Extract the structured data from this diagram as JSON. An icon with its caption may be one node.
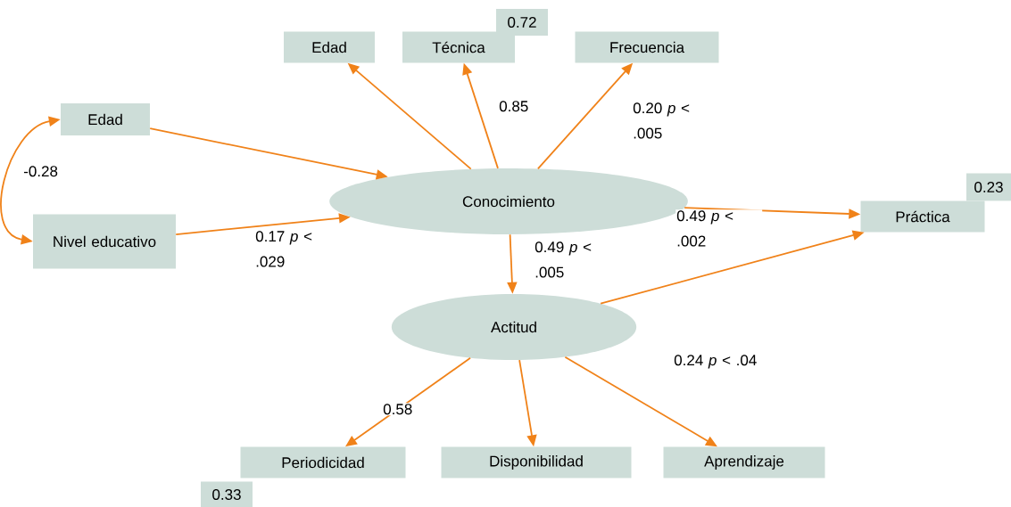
{
  "diagram": {
    "nodes": [
      {
        "text": [
          "Edad"
        ]
      },
      {
        "text": [
          "Técnica"
        ],
        "beside": [
          "0.72"
        ]
      },
      {
        "text": [
          "Frecuencia"
        ]
      },
      {
        "text": [
          "Edad"
        ]
      },
      {
        "text": [
          "Conocimiento"
        ]
      },
      {
        "text": [
          "Nivel educativo"
        ]
      },
      {
        "text": [
          "Práctica"
        ],
        "beside": [
          "0.23"
        ]
      },
      {
        "text": [
          "Actitud"
        ]
      },
      {
        "text": [
          "Periodicidad"
        ],
        "beside": [
          "0.33"
        ]
      },
      {
        "text": [
          "Disponibilidad"
        ]
      },
      {
        "text": [
          "Aprendizaje"
        ]
      }
    ],
    "edges": [
      {
        "from": 4,
        "to": 0,
        "arrow": "to"
      },
      {
        "from": 4,
        "to": 1,
        "arrow": "to",
        "label": "0.85"
      },
      {
        "from": 4,
        "to": 2,
        "arrow": "to",
        "label": "0.20 *p* < .005"
      },
      {
        "from": 3,
        "to": 5,
        "arrow": "both",
        "label": "-0.28"
      },
      {
        "from": 3,
        "to": 4,
        "arrow": "to"
      },
      {
        "from": 5,
        "to": 4,
        "arrow": "to",
        "label": "0.17 *p* < .029"
      },
      {
        "from": 4,
        "to": 6,
        "arrow": "to",
        "label": "0.49 *p* < .002"
      },
      {
        "from": 4,
        "to": 7,
        "arrow": "to",
        "label": "0.49 *p* < .005"
      },
      {
        "from": 7,
        "to": 6,
        "arrow": "to"
      },
      {
        "from": 7,
        "to": 8,
        "arrow": "to",
        "label": "0.58"
      },
      {
        "from": 7,
        "to": 9,
        "arrow": "to"
      },
      {
        "from": 7,
        "to": 10,
        "arrow": "to",
        "label": "0.24 *p* < .04"
      }
    ]
  }
}
